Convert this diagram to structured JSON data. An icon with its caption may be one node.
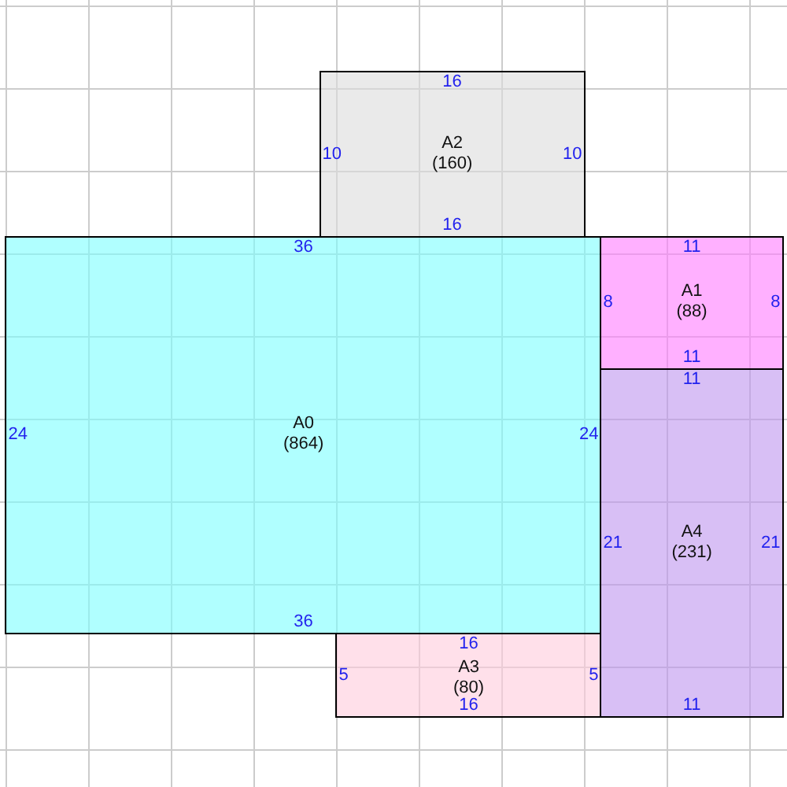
{
  "diagram": {
    "nodes": [
      {
        "text": [
          "16",
          "10",
          "A2",
          "(160)",
          "10",
          "16"
        ]
      },
      {
        "text": [
          "36",
          "24",
          "A0",
          "(864)",
          "24",
          "36"
        ]
      },
      {
        "text": [
          "11",
          "8",
          "A1",
          "(88)",
          "8",
          "11"
        ]
      },
      {
        "text": [
          "11",
          "21",
          "A4",
          "(231)",
          "21",
          "11"
        ]
      },
      {
        "text": [
          "16",
          "A3",
          "5",
          "(80)",
          "5",
          "16"
        ]
      }
    ]
  }
}
